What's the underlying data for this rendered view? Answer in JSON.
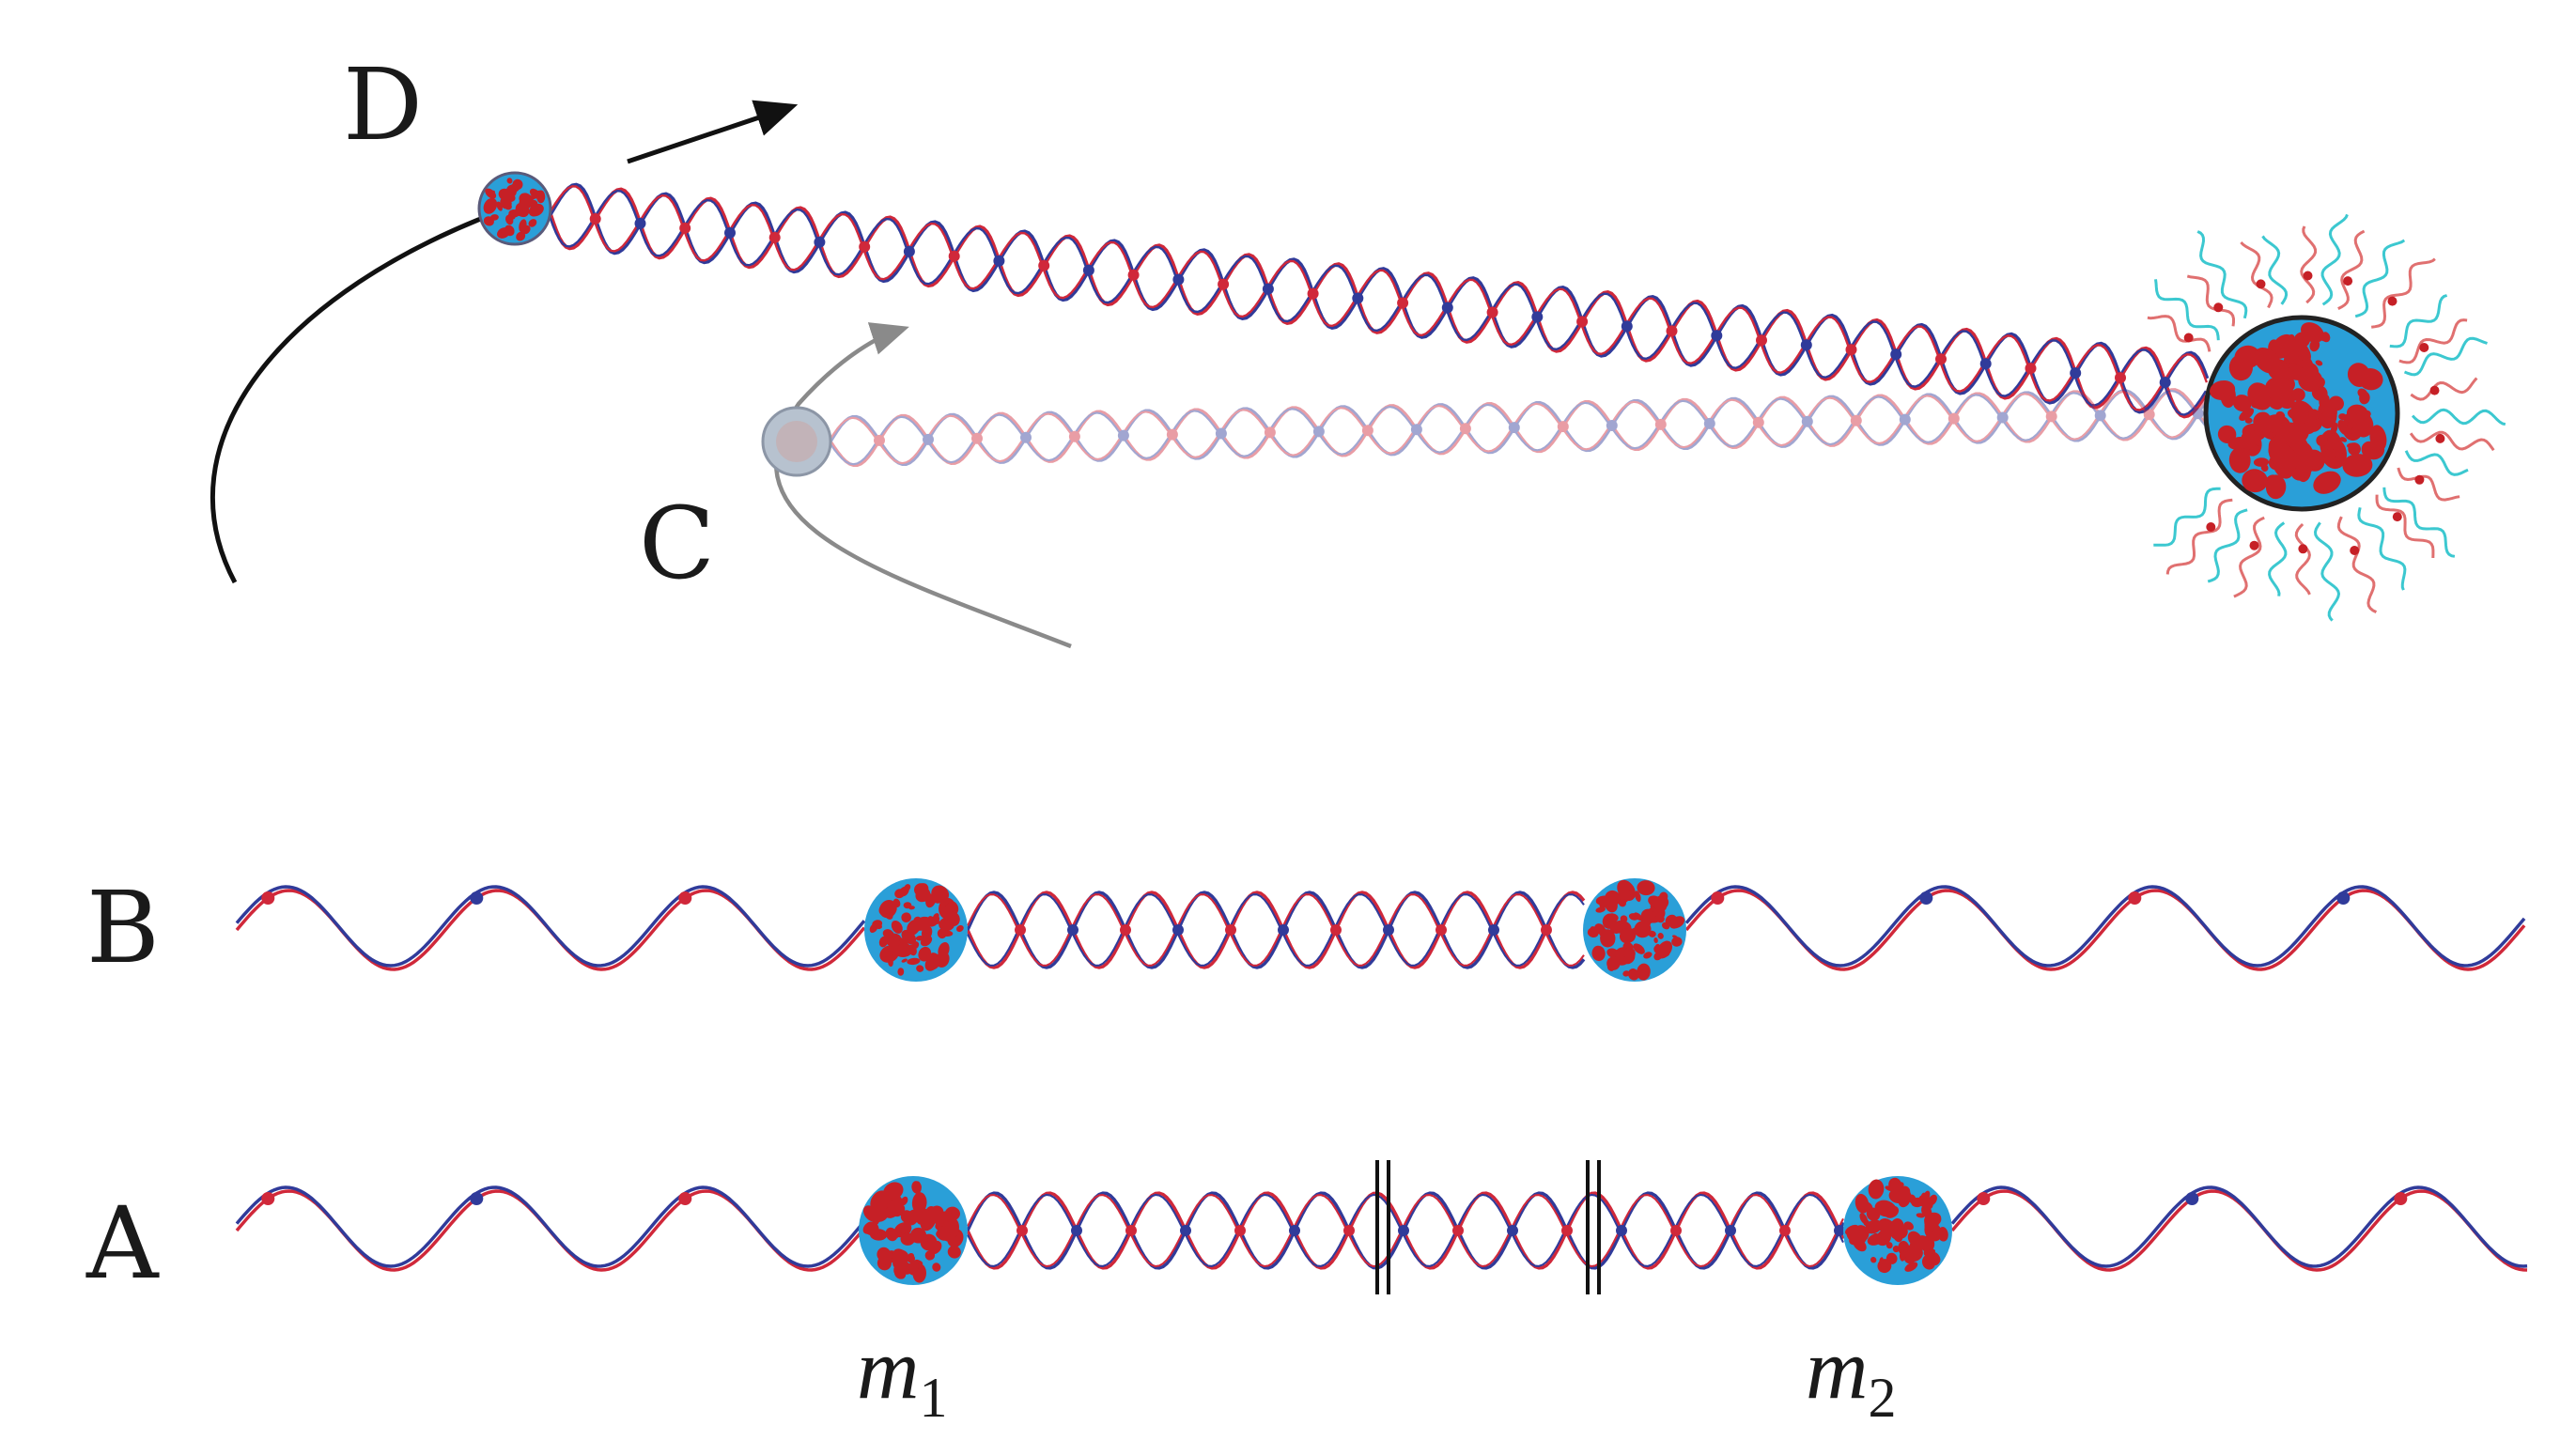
{
  "labels": {
    "panel_d": "D",
    "panel_c": "C",
    "panel_b": "B",
    "panel_a": "A",
    "mass_1": "m",
    "mass_1_sub": "1",
    "mass_2": "m",
    "mass_2_sub": "2"
  },
  "colors": {
    "red_strand": "#d0283a",
    "blue_strand": "#303b9a",
    "particle_blue": "#2a9fd8",
    "particle_red": "#c62026",
    "faded_particle": "#aab4c4",
    "radiation_cyan": "#3cc8d0",
    "radiation_red": "#e07070",
    "trajectory_dark": "#111111",
    "trajectory_grey": "#8a8a8a"
  }
}
